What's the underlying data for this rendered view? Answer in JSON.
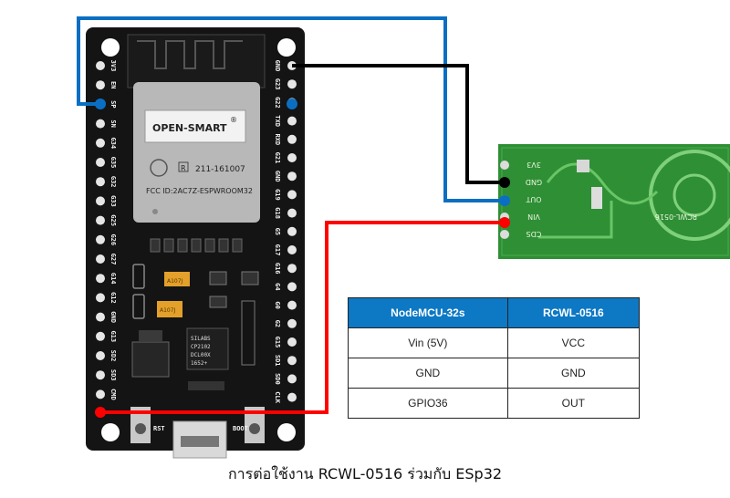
{
  "board": {
    "name": "ESP32 dev board",
    "module_brand": "OPEN-SMART",
    "module_brand_mark": "®",
    "module_code": "211-161007",
    "module_fcc": "FCC ID:2AC7Z-ESPWROOM32",
    "module_r_mark": "R",
    "left_pins": [
      "3V3",
      "EN",
      "SP",
      "SN",
      "G34",
      "G35",
      "G32",
      "G33",
      "G25",
      "G26",
      "G27",
      "G14",
      "G12",
      "GND",
      "G13",
      "SD2",
      "SD3",
      "CMD"
    ],
    "right_pins": [
      "GND",
      "G23",
      "G22",
      "TXD",
      "RXD",
      "G21",
      "GND",
      "G19",
      "G18",
      "G5",
      "G17",
      "G16",
      "G4",
      "G0",
      "G2",
      "G15",
      "SD1",
      "SD0",
      "CLK"
    ],
    "usb_chip_lines": [
      "SILABS",
      "CP2102",
      "DCL00X",
      "1652+"
    ],
    "button_left": "RST",
    "button_right": "BOOT",
    "cap_label_1": "A107J",
    "cap_label_2": "A107J"
  },
  "sensor": {
    "name": "RCWL-0516",
    "pins": [
      "3V3",
      "GND",
      "OUT",
      "VIN",
      "CDS"
    ],
    "silk_label": "RCWL-0516"
  },
  "wires": {
    "blue": "#0a6fc2",
    "black": "#000000",
    "red": "#ff0000"
  },
  "table": {
    "headers": [
      "NodeMCU-32s",
      "RCWL-0516"
    ],
    "rows": [
      [
        "Vin (5V)",
        "VCC"
      ],
      [
        "GND",
        "GND"
      ],
      [
        "GPIO36",
        "OUT"
      ]
    ]
  },
  "caption": "การต่อใช้งาน RCWL-0516 ร่วมกับ ESp32"
}
